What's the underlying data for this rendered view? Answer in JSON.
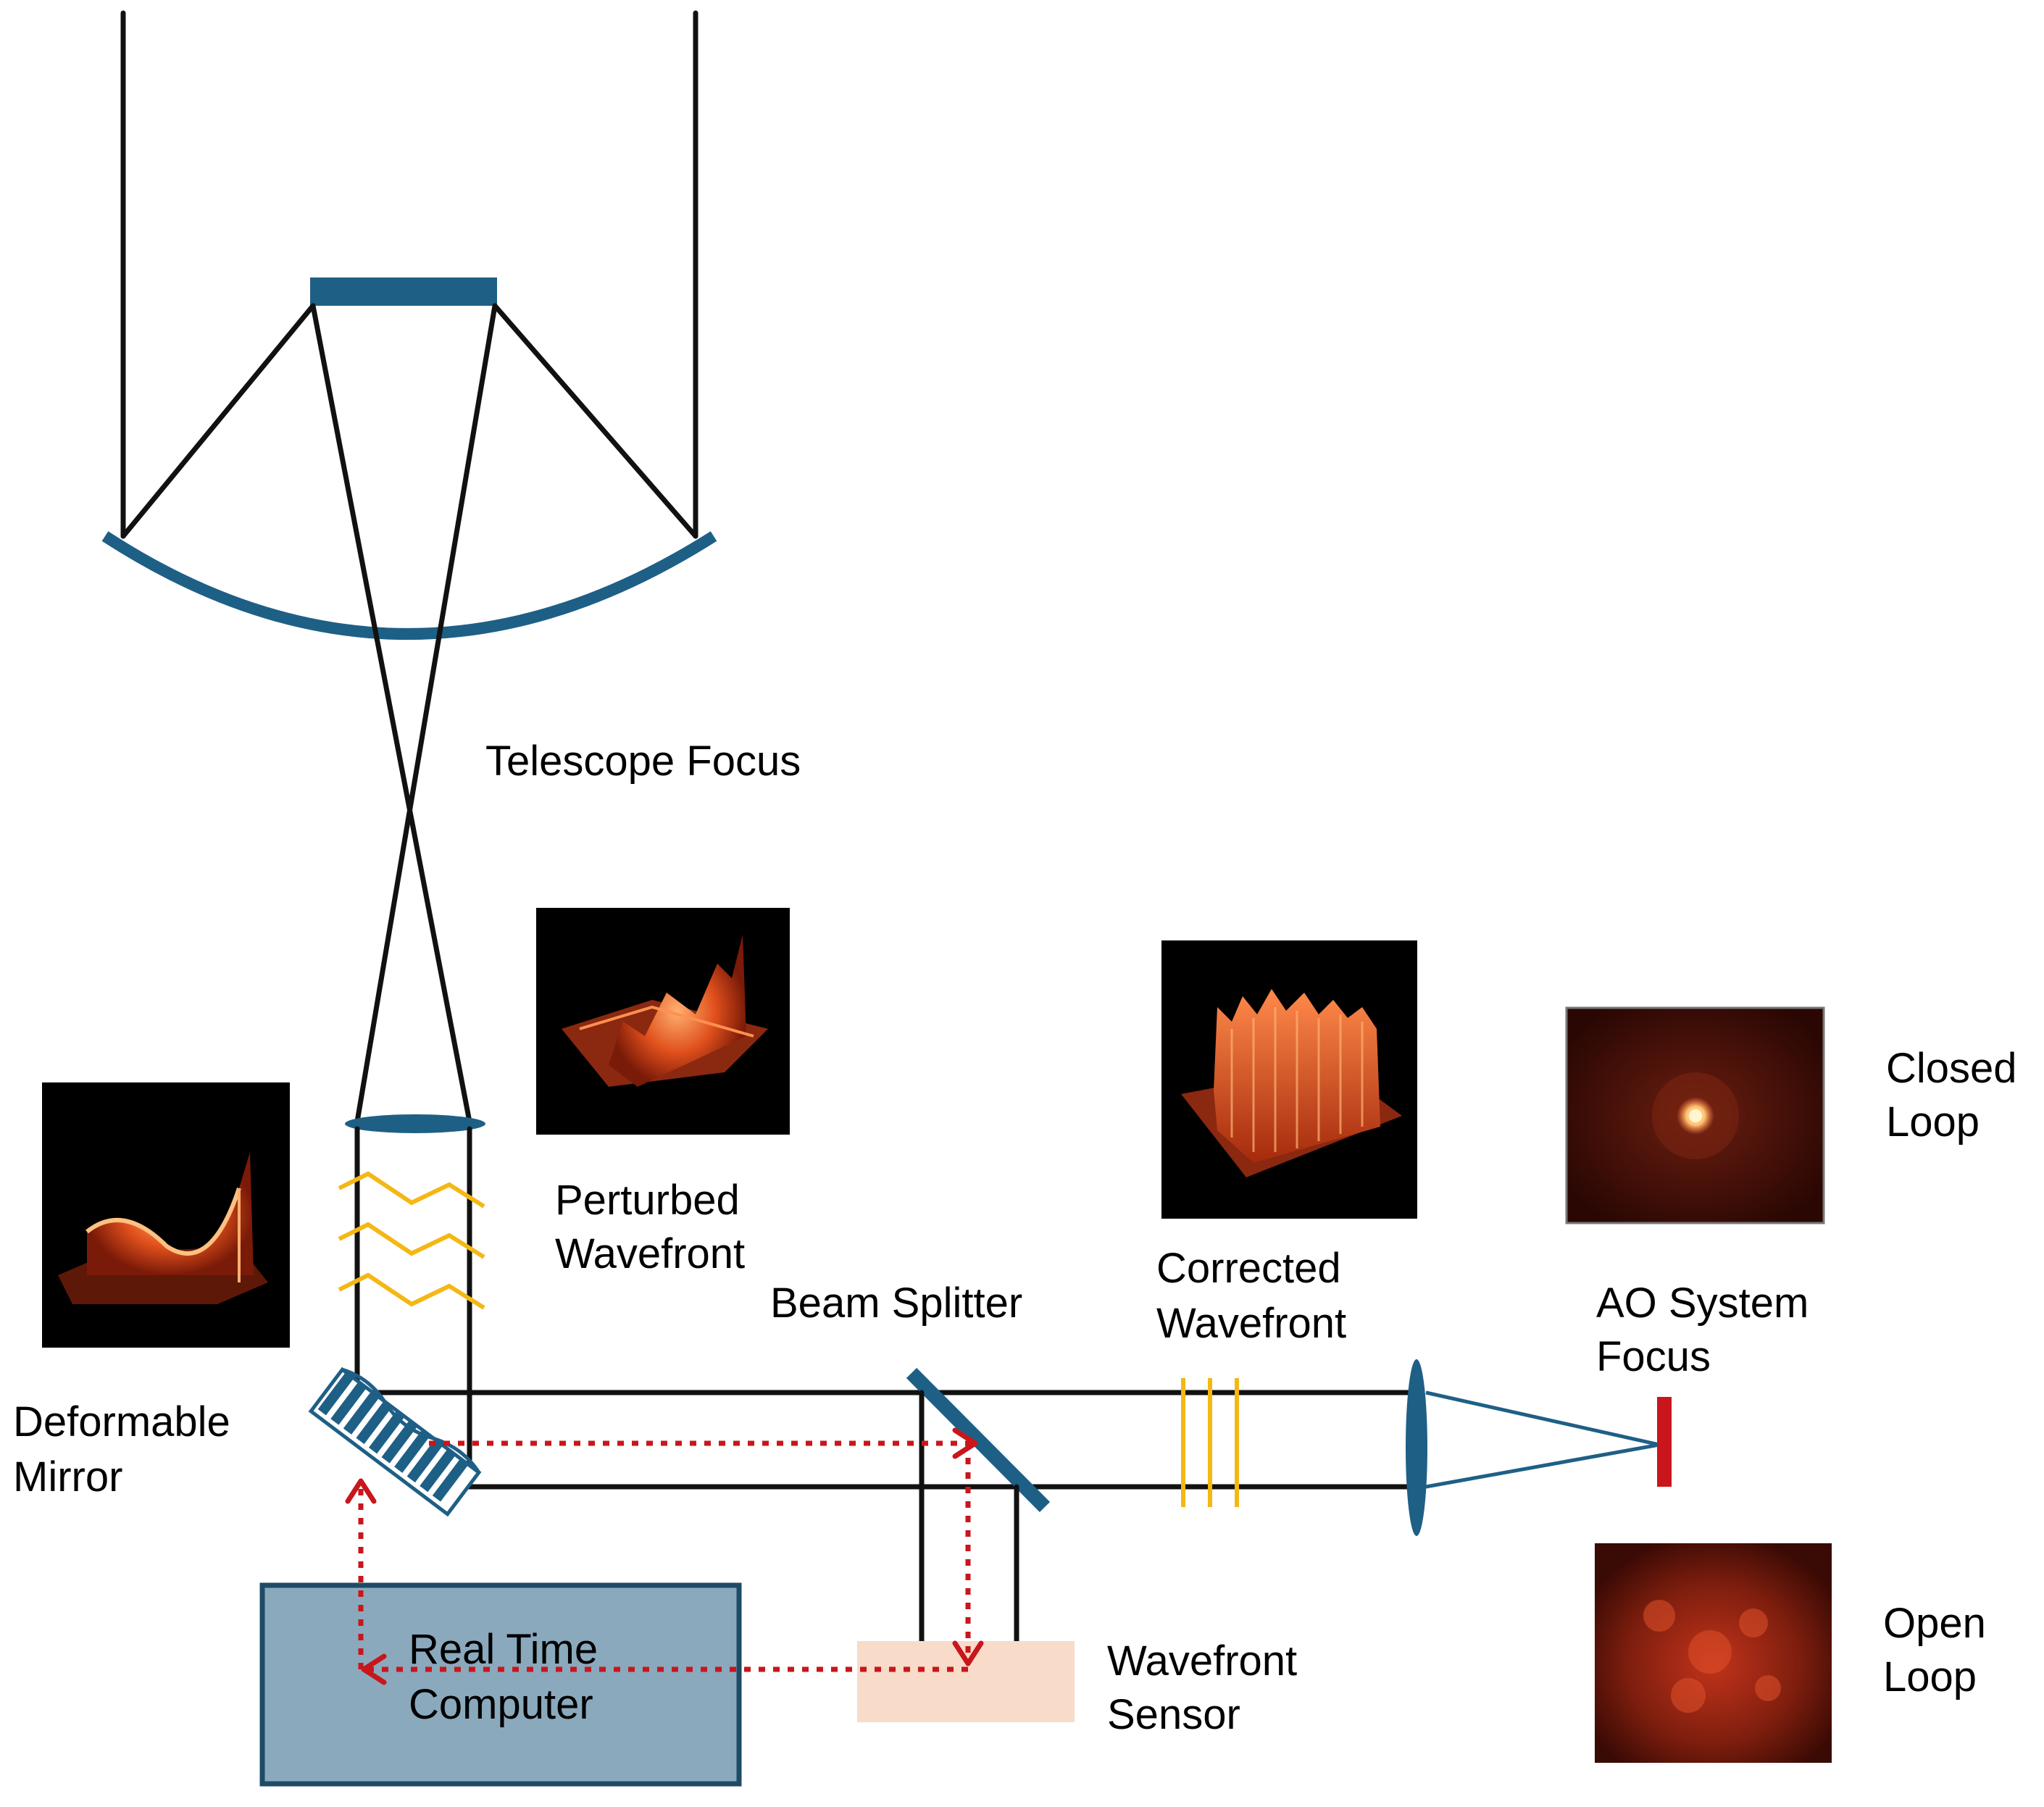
{
  "labels": {
    "telescope_focus": "Telescope Focus",
    "perturbed_1": "Perturbed",
    "perturbed_2": "Wavefront",
    "deformable_1": "Deformable",
    "deformable_2": "Mirror",
    "beam_splitter": "Beam Splitter",
    "corrected_1": "Corrected",
    "corrected_2": "Wavefront",
    "ao_focus_1": "AO System",
    "ao_focus_2": "Focus",
    "closed_1": "Closed",
    "closed_2": "Loop",
    "open_1": "Open",
    "open_2": "Loop",
    "wfs_1": "Wavefront",
    "wfs_2": "Sensor",
    "rtc_1": "Real Time",
    "rtc_2": "Computer"
  },
  "colors": {
    "optics": "#1e5f86",
    "beam": "#111111",
    "wavefront": "#f4b714",
    "control_signal": "#c8161c",
    "computer_box": "#8aa9bd",
    "sensor_box": "#f8dbc9",
    "focus_marker": "#c8161c"
  }
}
